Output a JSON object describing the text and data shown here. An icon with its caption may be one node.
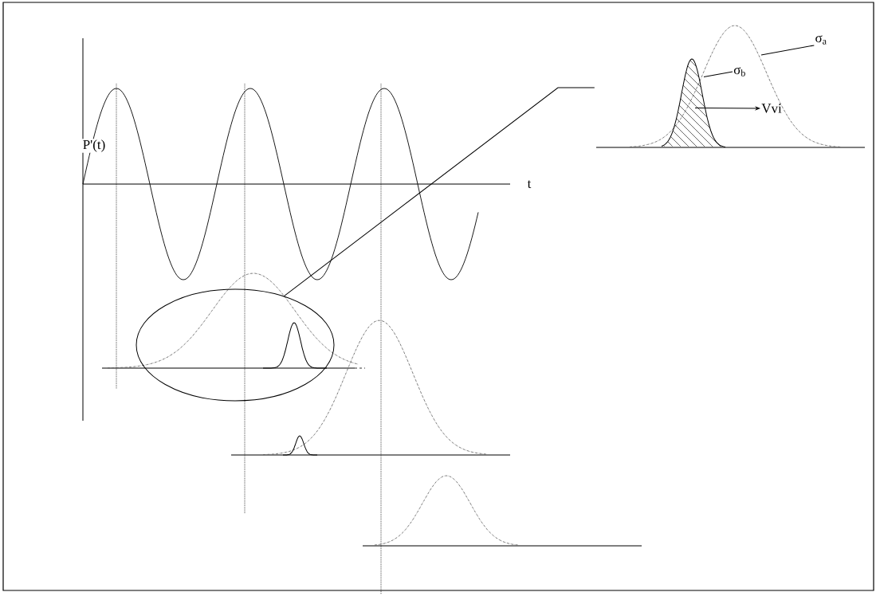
{
  "diagram": {
    "nodes": [
      {
        "text": [],
        "shape": "picture"
      },
      {
        "text": [
          "σ$_{a}$"
        ],
        "in": 0
      },
      {
        "text": [
          "σ$_{b}$"
        ],
        "in": 0
      },
      {
        "text": [
          "Vvi"
        ],
        "in": 0
      },
      {
        "text": [],
        "shape": "picture",
        "in": 0
      },
      {
        "text": [],
        "shape": "ellipse"
      }
    ],
    "edges": [
      {
        "from": 1,
        "to": 0,
        "arrow": "none"
      },
      {
        "from": 2,
        "to": 4,
        "arrow": "none"
      },
      {
        "from": 4,
        "to": 3,
        "arrow": "to"
      },
      {
        "from": 5,
        "to": 0,
        "arrow": "none"
      }
    ],
    "labels": [
      "P'(t)",
      "t"
    ]
  }
}
